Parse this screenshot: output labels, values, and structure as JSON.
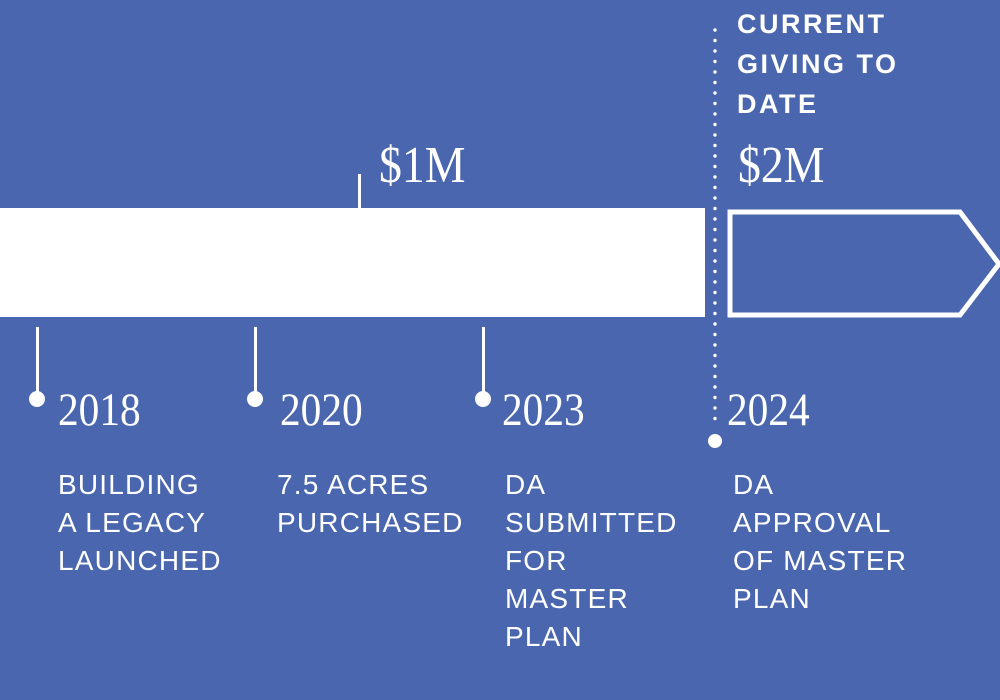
{
  "colors": {
    "background": "#4a66ae",
    "foreground": "#ffffff"
  },
  "header": {
    "title": "CURRENT\nGIVING TO\nDATE"
  },
  "amounts": {
    "milestone_amount": "$1M",
    "current_amount": "$2M"
  },
  "milestones": [
    {
      "year": "2018",
      "label": "BUILDING\nA LEGACY\nLAUNCHED"
    },
    {
      "year": "2020",
      "label": "7.5 ACRES\nPURCHASED"
    },
    {
      "year": "2023",
      "label": "DA\nSUBMITTED\nFOR\nMASTER\nPLAN"
    },
    {
      "year": "2024",
      "label": "DA\nAPPROVAL\nOF MASTER\nPLAN"
    }
  ]
}
